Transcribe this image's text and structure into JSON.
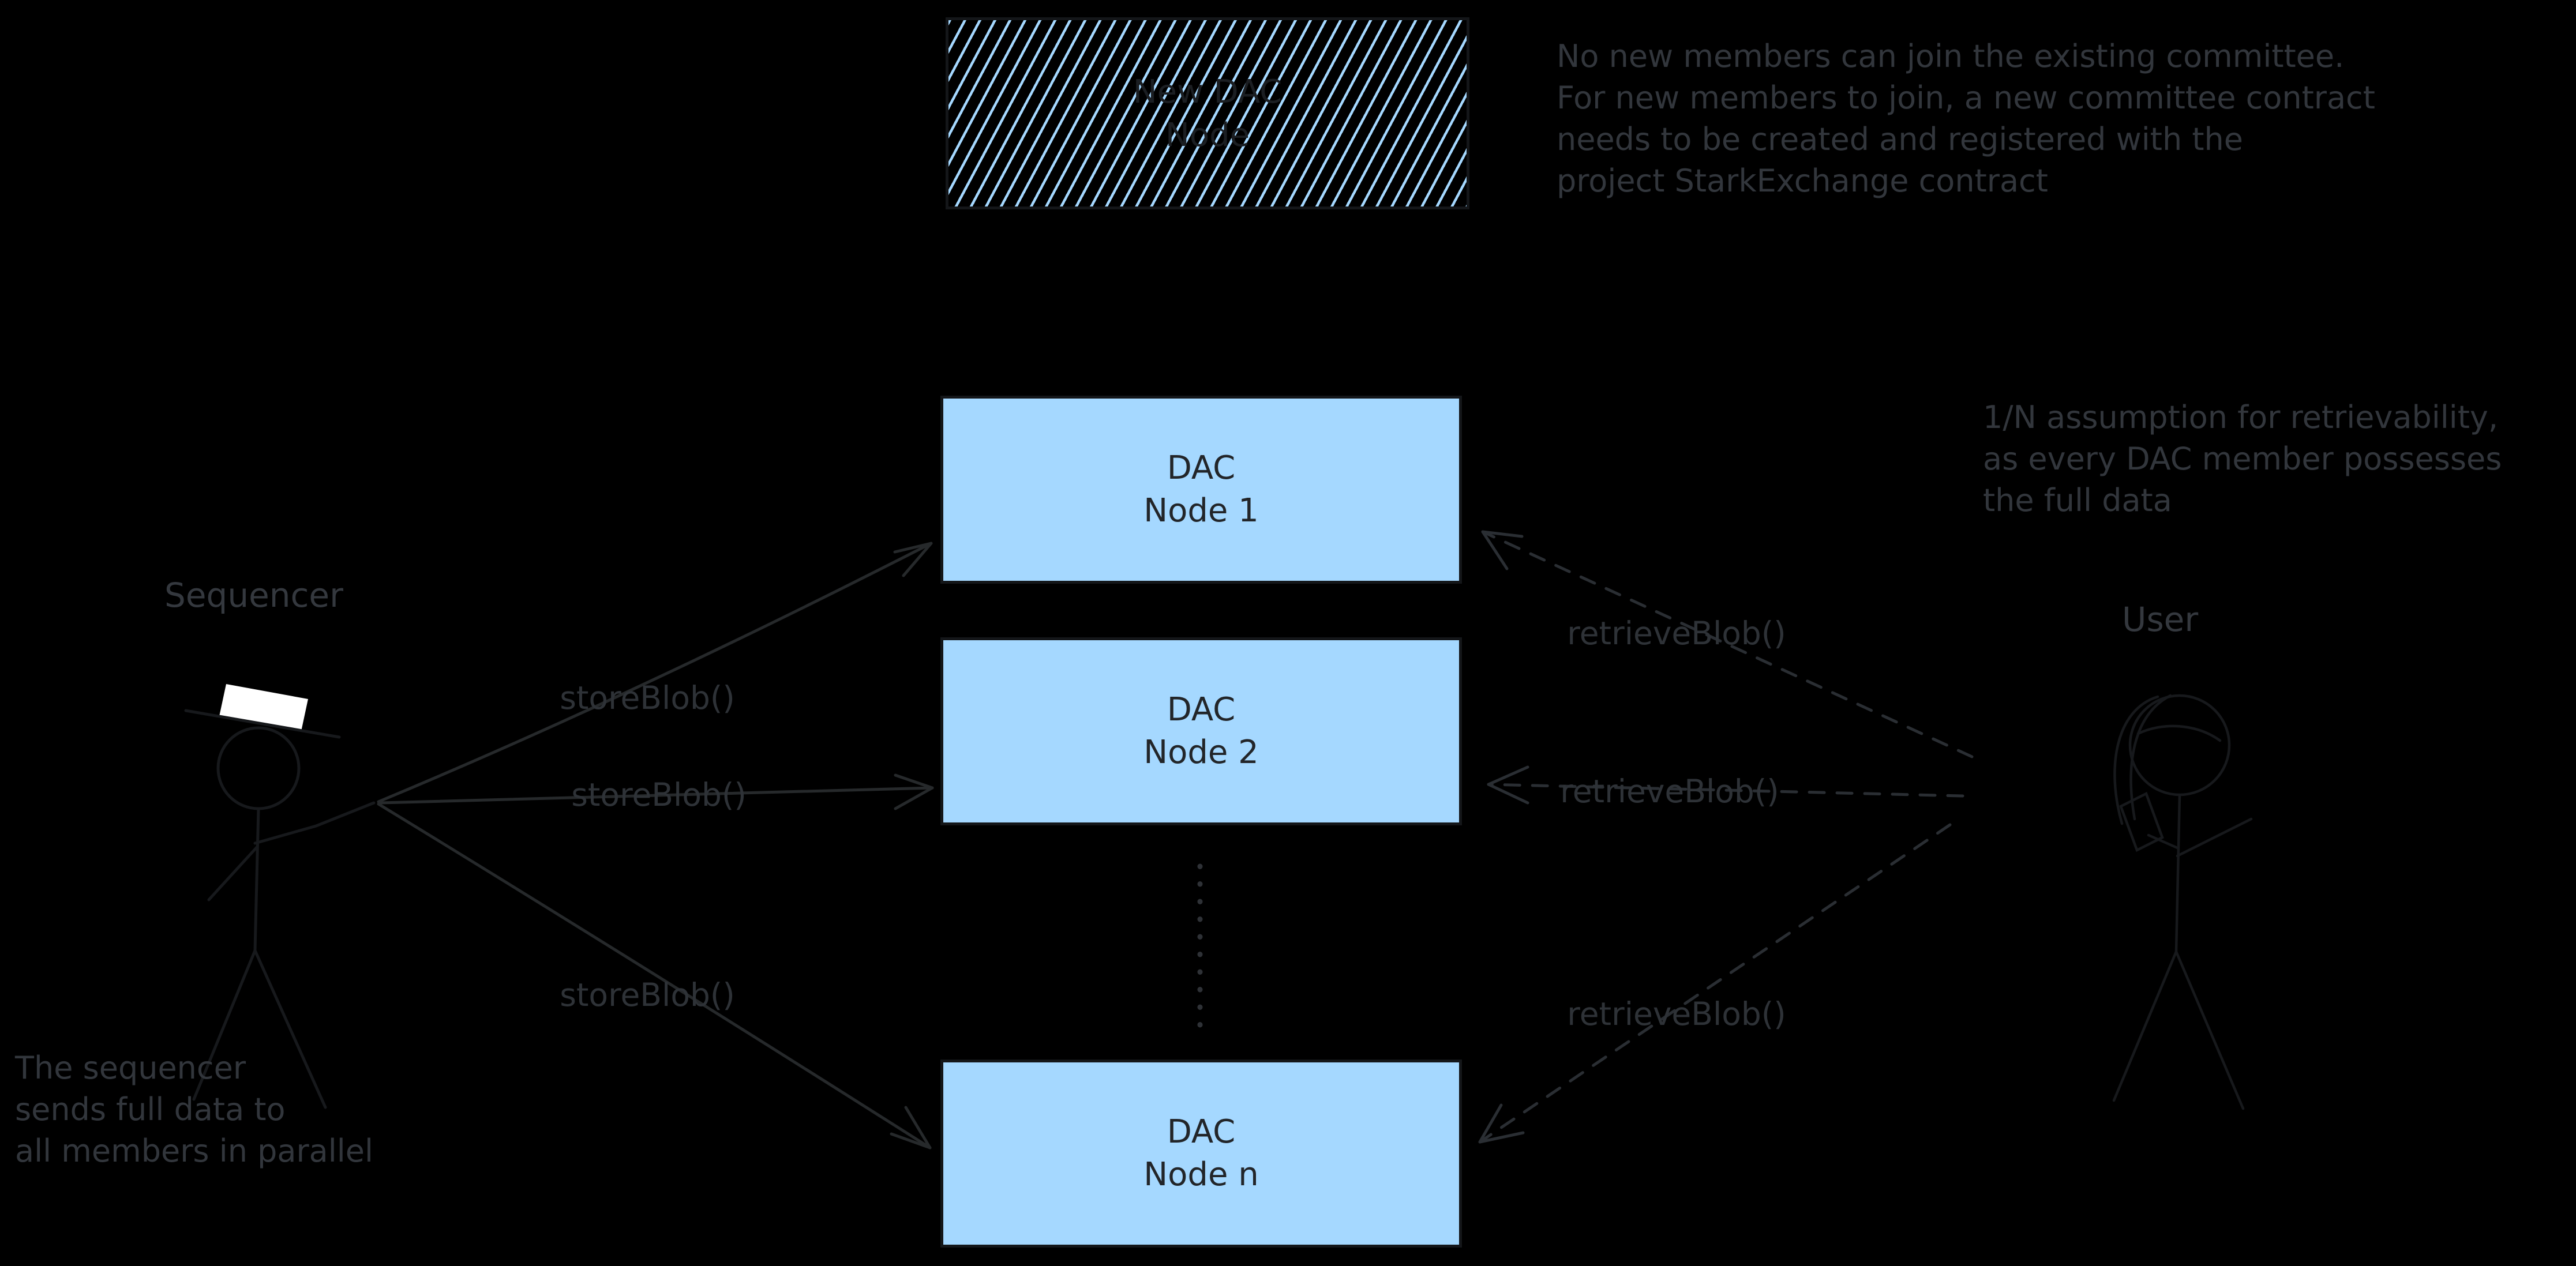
{
  "diagram": {
    "colors": {
      "background": "#000000",
      "node_fill": "#a5d8ff",
      "hatch_line": "#a5d8ff",
      "hat_fill": "#ffffff",
      "stroke_dark": "#17191c",
      "text_gray": "#32363c"
    },
    "new_dac_box": {
      "line1": "New DAC",
      "line2": "Node"
    },
    "nodes": [
      {
        "line1": "DAC",
        "line2": "Node 1"
      },
      {
        "line1": "DAC",
        "line2": "Node 2"
      },
      {
        "line1": "DAC",
        "line2": "Node n"
      }
    ],
    "actors": {
      "sequencer": "Sequencer",
      "user": "User"
    },
    "calls": {
      "store": [
        "storeBlob()",
        "storeBlob()",
        "storeBlob()"
      ],
      "retrieve": [
        "retrieveBlob()",
        "retrieveBlob()",
        "retrieveBlob()"
      ]
    },
    "notes": {
      "committee": [
        "No new members can join the existing committee.",
        "For new members to join, a new committee contract",
        "needs to be created and registered with the",
        "project StarkExchange contract"
      ],
      "retrievability": [
        "1/N assumption for retrievability,",
        "as every DAC member possesses",
        "the full data"
      ],
      "parallel": [
        "The sequencer",
        "sends full data to",
        "all members in parallel"
      ]
    }
  }
}
